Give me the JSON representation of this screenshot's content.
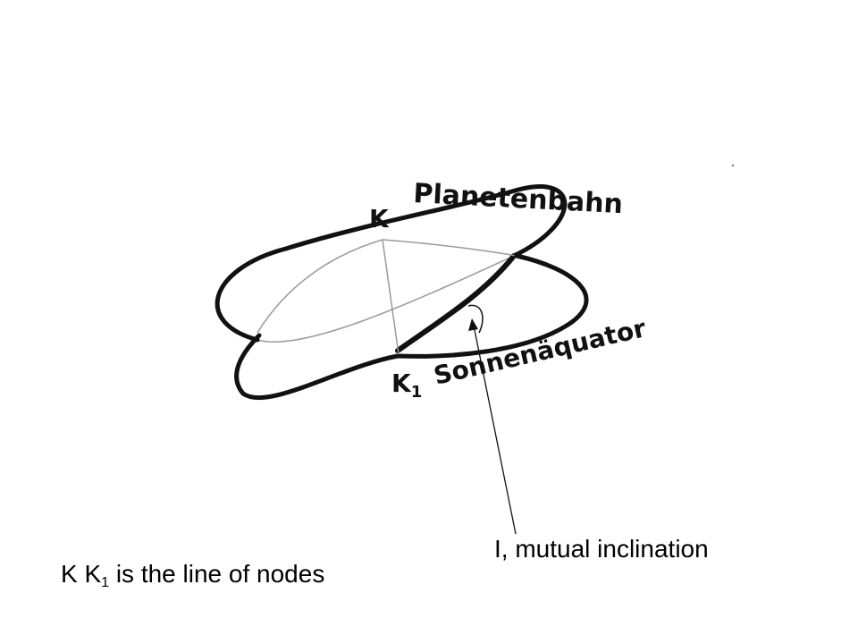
{
  "labels": {
    "node_k": "K",
    "node_k1": "K",
    "node_k1_sub": "1",
    "planet_orbit": "Planetenbahn",
    "solar_equator": "Sonnenäquator"
  },
  "captions": {
    "inclination": "I, mutual inclination",
    "nodes_k": "K K",
    "nodes_sub": "1",
    "nodes_rest": " is the line of nodes"
  },
  "colors": {
    "stroke": "#111111",
    "hidden": "#9a9a9a",
    "background": "#ffffff"
  }
}
